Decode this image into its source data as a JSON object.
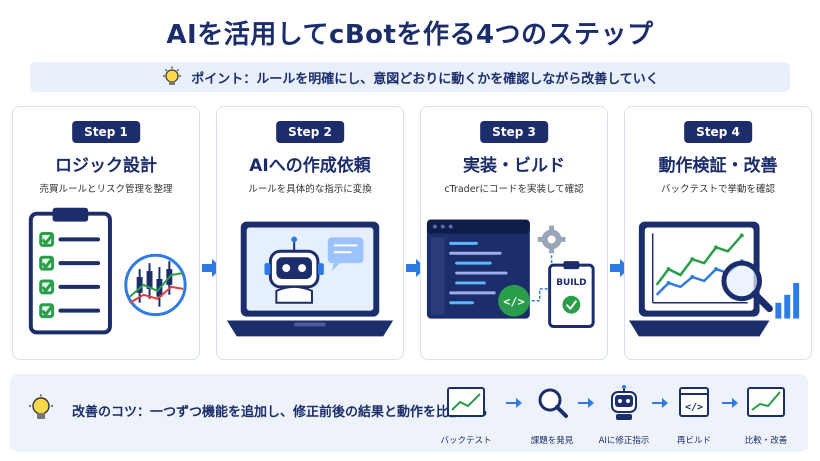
{
  "title": "AIを活用してcBotを作る4つのステップ",
  "point": {
    "text": "ポイント：ルールを明確にし、意図どおりに動くかを確認しながら改善していく",
    "icon": "lightbulb-icon"
  },
  "steps": [
    {
      "badge": "Step 1",
      "title": "ロジック設計",
      "subtitle": "売買ルールとリスク管理を整理",
      "icon": "checklist-clipboard-icon"
    },
    {
      "badge": "Step 2",
      "title": "AIへの作成依頼",
      "subtitle": "ルールを具体的な指示に変換",
      "icon": "laptop-robot-icon"
    },
    {
      "badge": "Step 3",
      "title": "実装・ビルド",
      "subtitle": "cTraderにコードを実装して確認",
      "icon": "code-build-icon",
      "build_label": "BUILD"
    },
    {
      "badge": "Step 4",
      "title": "動作検証・改善",
      "subtitle": "バックテストで挙動を確認",
      "icon": "laptop-chart-magnifier-icon"
    }
  ],
  "tips": {
    "text": "改善のコツ：一つずつ機能を追加し、修正前後の結果と動作を比較する",
    "icon": "lightbulb-icon",
    "flow": [
      {
        "label": "バックテスト",
        "icon": "chart-icon"
      },
      {
        "label": "課題を発見",
        "icon": "magnifier-icon"
      },
      {
        "label": "AIに修正指示",
        "icon": "robot-icon"
      },
      {
        "label": "再ビルド",
        "icon": "code-window-icon"
      },
      {
        "label": "比較・改善",
        "icon": "chart-icon"
      }
    ]
  },
  "colors": {
    "navy": "#1b2d6b",
    "accent_blue": "#2f7be5",
    "green": "#2a9d4a",
    "light_bg": "#e9f0fb"
  }
}
